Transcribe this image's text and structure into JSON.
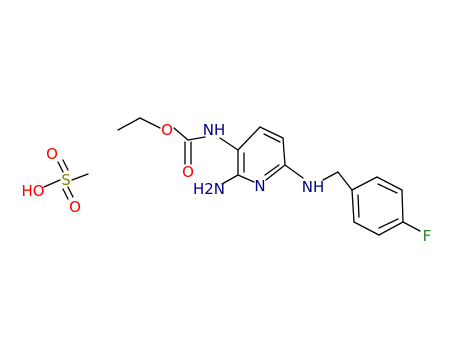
{
  "colors": {
    "bond": "#000000",
    "oxygen": "#ff0000",
    "nitrogen": "#000080",
    "fluorine": "#228b22",
    "sulfur": "#8b8000"
  },
  "labels": {
    "msa_o_top": "O",
    "msa_s": "S",
    "msa_oh": "HO",
    "msa_o_bottom": "O",
    "ester_o": "O",
    "carbonyl_o": "O",
    "carbamate_nh": "NH",
    "amino_h2n": "H2N",
    "pyridine_n": "N",
    "benzylamine_nh": "NH",
    "fluorine": "F"
  }
}
